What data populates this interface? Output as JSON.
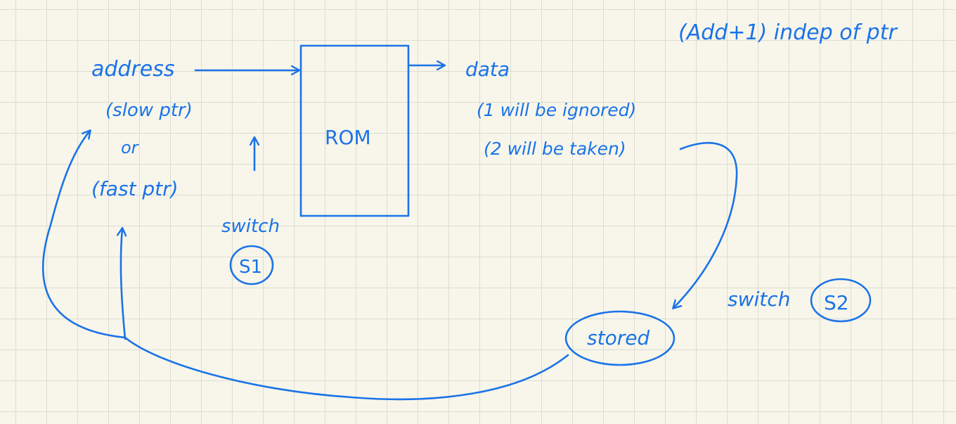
{
  "colors": {
    "paper": "#f8f6ea",
    "grid": "#dcdcd2",
    "ink": "#1a73e8"
  },
  "notes": {
    "top_note": "(Add+1) indep of ptr",
    "address": "address",
    "slow_ptr": "(slow ptr)",
    "or": "or",
    "fast_ptr": "(fast ptr)",
    "rom": "ROM",
    "data": "data",
    "ignored": "(1 will be ignored)",
    "taken": "(2 will be taken)",
    "switch_s1": "switch",
    "s1": "S1",
    "switch_s2": "switch",
    "s2": "S2",
    "stored": "stored"
  }
}
